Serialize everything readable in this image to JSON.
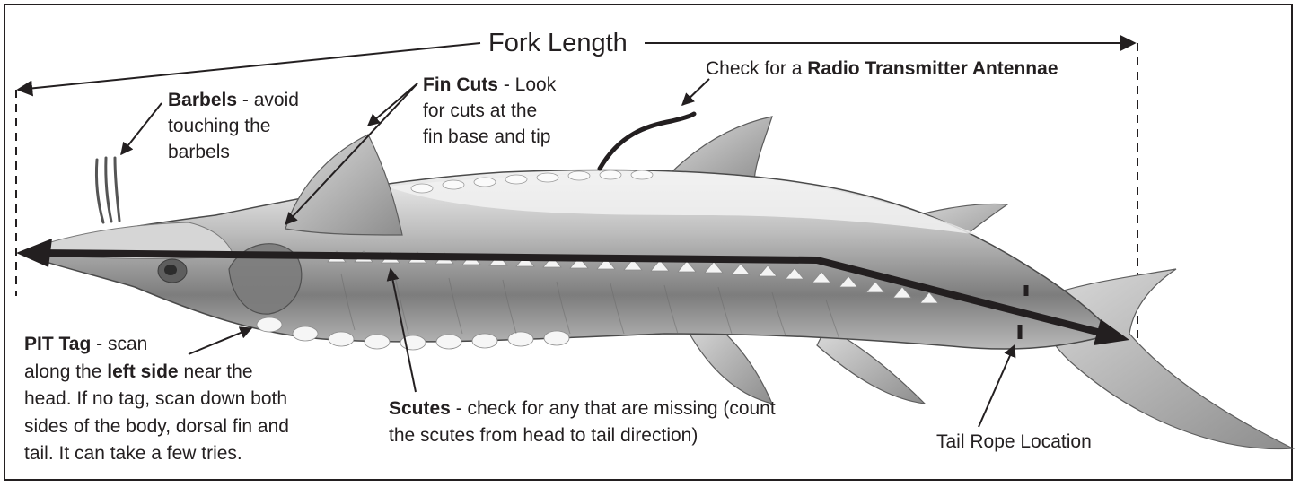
{
  "labels": {
    "fork_length": "Fork Length",
    "radio": {
      "prefix": "Check for a ",
      "bold": "Radio Transmitter Antennae"
    },
    "barbels": {
      "bold": "Barbels",
      "rest": " - avoid",
      "line2": "touching the",
      "line3": "barbels"
    },
    "fin_cuts": {
      "bold": "Fin Cuts",
      "rest": " - Look",
      "line2": "for cuts at the",
      "line3": "fin base and tip"
    },
    "pit_tag": {
      "bold": "PIT Tag",
      "rest": " - scan",
      "line2_prefix": "along the ",
      "line2_bold": "left side",
      "line2_suffix": " near the",
      "line3": "head. If no tag, scan down both",
      "line4": "sides of the body, dorsal fin and",
      "line5": "tail. It can take a few tries."
    },
    "scutes": {
      "bold": "Scutes",
      "rest": " - check for any that are missing (count",
      "line2": "the scutes from head to tail direction)"
    },
    "tail_rope": "Tail Rope Location"
  },
  "colors": {
    "ink": "#231f20",
    "fish_body": "#9a9a9a",
    "fish_dark": "#6e6e6e",
    "fish_light": "#e6e6e6",
    "scute": "#f4f4f4"
  }
}
